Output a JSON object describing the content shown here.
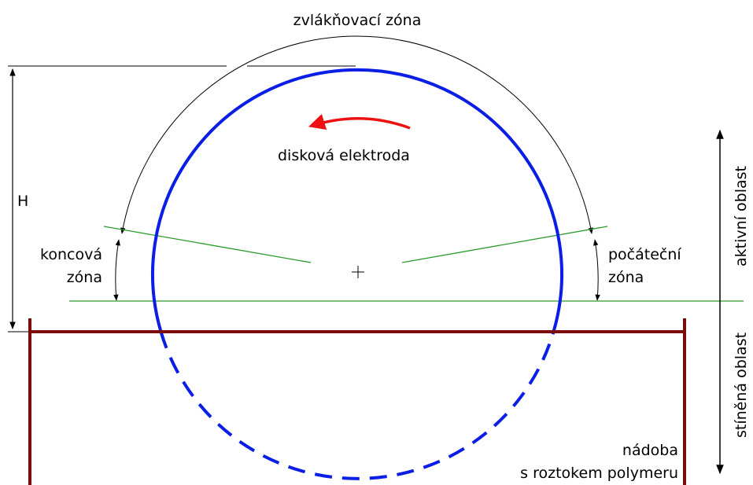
{
  "labels": {
    "spinning_zone": "zvlákňovací zóna",
    "disk_electrode": "disková elektroda",
    "height": "H",
    "end_zone_line1": "koncová",
    "end_zone_line2": "zóna",
    "start_zone_line1": "počáteční",
    "start_zone_line2": "zóna",
    "active_area": "aktivní oblast",
    "shielded_area": "stíněná oblast",
    "container_line1": "nádoba",
    "container_line2": "s roztokem polymeru"
  },
  "colors": {
    "electrode": "#0a1ee6",
    "container": "#7a0c0c",
    "zone_lines": "#2a9a2a",
    "rotation_arrow": "#ee1111",
    "dimension": "#000000"
  },
  "icons": {
    "rotation": "curved-arrow-left",
    "center": "crosshair"
  }
}
